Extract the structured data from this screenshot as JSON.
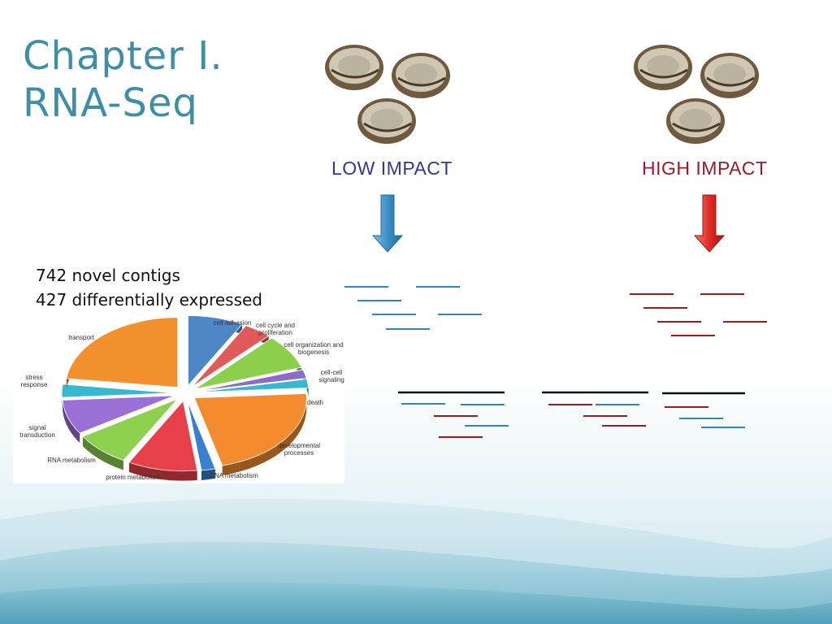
{
  "slide": {
    "title_line1": "Chapter I.",
    "title_line2": "RNA-Seq"
  },
  "groups": [
    {
      "label": "LOW IMPACT",
      "color": "#2e3a8f",
      "arrow_color": "#3a8fc4",
      "read_color": "#2f86b8"
    },
    {
      "label": "HIGH IMPACT",
      "color": "#a0192a",
      "arrow_color": "#e02a24",
      "read_color": "#9b1b22"
    }
  ],
  "stats": {
    "line1": "742 novel contigs",
    "line2": "427 differentially expressed"
  },
  "icons": {
    "oyster": "oyster-icon",
    "arrow": "arrow-down-icon"
  },
  "chart_data": {
    "type": "pie",
    "title": "",
    "slices": [
      {
        "label": "cell adhesion",
        "value": 8,
        "color": "#4f86c6"
      },
      {
        "label": "cell cycle and proliferation",
        "value": 4,
        "color": "#e05a5a"
      },
      {
        "label": "cell organization and biogenesis",
        "value": 8,
        "color": "#8ccf4d"
      },
      {
        "label": "cell-cell signaling",
        "value": 2,
        "color": "#8a6cc8"
      },
      {
        "label": "death",
        "value": 2,
        "color": "#35b8d0"
      },
      {
        "label": "developmental processes",
        "value": 22,
        "color": "#f48c2f"
      },
      {
        "label": "DNA metabolism",
        "value": 2,
        "color": "#3a7fd0"
      },
      {
        "label": "protein metabolism",
        "value": 10,
        "color": "#e8404a"
      },
      {
        "label": "RNA metabolism",
        "value": 8,
        "color": "#8ed14f"
      },
      {
        "label": "signal transduction",
        "value": 8,
        "color": "#9a6fd6"
      },
      {
        "label": "stress response",
        "value": 3,
        "color": "#35b8d0"
      },
      {
        "label": "transport",
        "value": 23,
        "color": "#f4912f"
      }
    ]
  }
}
